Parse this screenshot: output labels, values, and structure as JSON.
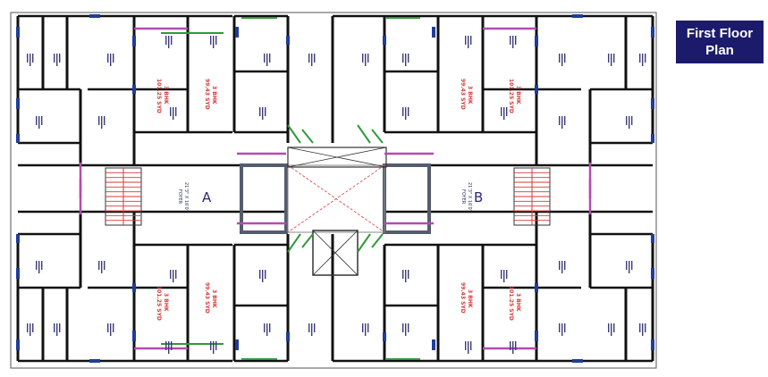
{
  "title": {
    "line1": "First Floor",
    "line2": "Plan"
  },
  "blocks": [
    {
      "letter": "A",
      "foyer": "FOYER",
      "foyer_size": "21'3\" X 16'0\""
    },
    {
      "letter": "B",
      "foyer": "FOYER",
      "foyer_size": "21'3\" X 16'0\""
    }
  ],
  "units": [
    {
      "area": "101.25 SYD",
      "config": "3 BHK"
    },
    {
      "area": "99.43 SYD",
      "config": "3 BHK"
    },
    {
      "area": "99.43 SYD",
      "config": "3 BHK"
    },
    {
      "area": "101.25 SYD",
      "config": "3 BHK"
    },
    {
      "area": "101.25 SYD",
      "config": "3 BHK"
    },
    {
      "area": "99.43 SYD",
      "config": "3 BHK"
    },
    {
      "area": "99.43 SYD",
      "config": "3 BHK"
    },
    {
      "area": "101.25 SYD",
      "config": "3 BHK"
    }
  ],
  "colors": {
    "wall": "#111111",
    "window": "#1f3d9a",
    "door": "#2e9a3a",
    "balcony": "#b64ab0",
    "stair": "#d43a3a",
    "title_bg": "#1b1a6b"
  }
}
